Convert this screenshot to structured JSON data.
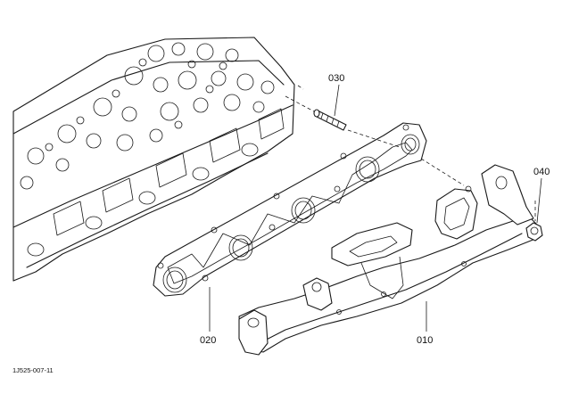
{
  "diagram": {
    "reference_code": "1J525-007-11",
    "parts": [
      {
        "id": "010",
        "label": "010"
      },
      {
        "id": "020",
        "label": "020"
      },
      {
        "id": "030",
        "label": "030"
      },
      {
        "id": "040",
        "label": "040"
      }
    ]
  }
}
